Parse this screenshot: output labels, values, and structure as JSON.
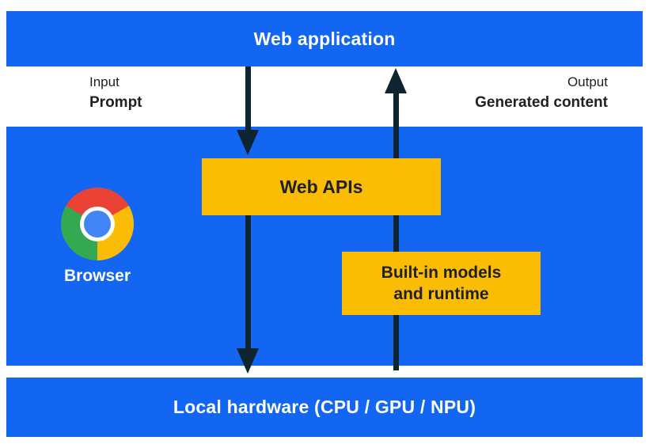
{
  "colors": {
    "blue": "#1266f1",
    "yellow": "#fbbc04",
    "arrow": "#0e2431",
    "dark_text": "#202124",
    "white": "#ffffff",
    "chrome_red": "#ea4335",
    "chrome_yellow": "#fbbc05",
    "chrome_green": "#34a853",
    "chrome_blue": "#4285f4"
  },
  "top_bar": {
    "label": "Web application"
  },
  "flow_labels": {
    "input_caption": "Input",
    "input_label": "Prompt",
    "output_caption": "Output",
    "output_label": "Generated content"
  },
  "browser_section": {
    "browser_label": "Browser",
    "web_apis_label": "Web APIs",
    "builtin_label": "Built-in models\nand runtime"
  },
  "bottom_bar": {
    "label": "Local hardware (CPU / GPU / NPU)"
  },
  "icons": {
    "chrome_logo": "chrome-logo-icon",
    "down_arrows": "arrow-down",
    "up_arrow": "arrow-up"
  }
}
